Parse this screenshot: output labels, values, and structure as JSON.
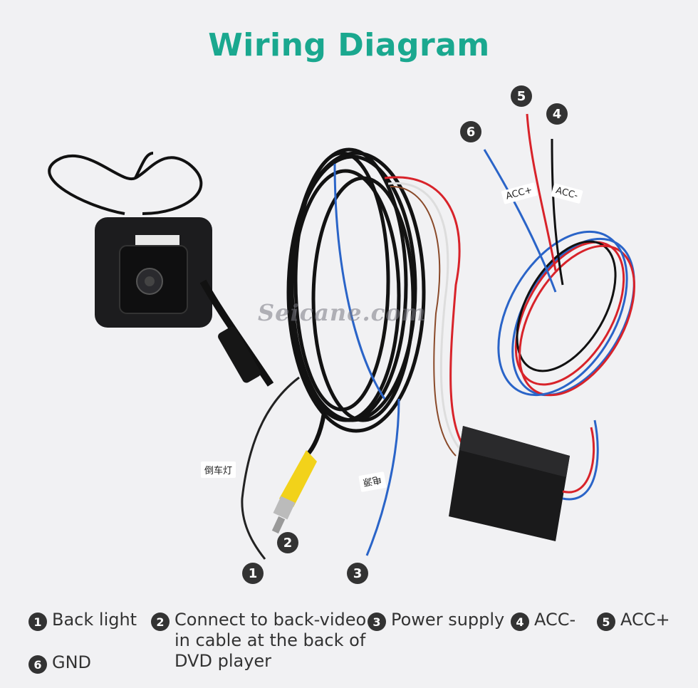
{
  "title": "Wiring Diagram",
  "watermark": "Seicane.com",
  "tags": {
    "acc_plus": "ACC+",
    "acc_minus": "ACC-",
    "back": "倒车灯",
    "power": "电源"
  },
  "callouts": [
    "1",
    "2",
    "3",
    "4",
    "5",
    "6"
  ],
  "legend": [
    {
      "num": "1",
      "text": "Back light"
    },
    {
      "num": "2",
      "text": "Connect to back-video\nin cable at the back of\nDVD player"
    },
    {
      "num": "3",
      "text": "Power supply"
    },
    {
      "num": "4",
      "text": "ACC-"
    },
    {
      "num": "5",
      "text": "ACC+"
    },
    {
      "num": "6",
      "text": "GND"
    }
  ],
  "colors": {
    "title": "#1aa88f",
    "background": "#f1f1f3",
    "badge": "#333333",
    "wire_red": "#d8232a",
    "wire_blue": "#2a64c8",
    "wire_black": "#111111",
    "rca_yellow": "#f2d21a"
  }
}
